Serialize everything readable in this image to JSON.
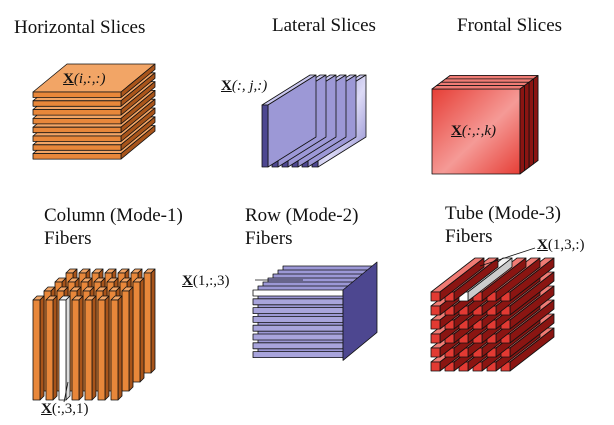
{
  "titles": {
    "horizontal": "Horizontal Slices",
    "lateral": "Lateral Slices",
    "frontal": "Frontal Slices",
    "column_line1": "Column (Mode-1)",
    "column_line2": "Fibers",
    "row_line1": "Row (Mode-2)",
    "row_line2": "Fibers",
    "tube_line1": "Tube (Mode-3)",
    "tube_line2": "Fibers"
  },
  "labels": {
    "tensor_symbol": "X",
    "horizontal_index": "(i,:,:)",
    "lateral_index": "(:, j,:)",
    "frontal_index": "(:,:,k)",
    "column_index": "(:,3,1)",
    "row_index": "(1,:,3)",
    "tube_index": "(1,3,:)"
  },
  "colors": {
    "orange": "#e8873a",
    "orange_dark": "#a8541a",
    "purple": "#9c98d6",
    "purple_dark": "#4d4790",
    "red": "#e23a33",
    "red_dark": "#8a1512",
    "highlight": "#ffffff"
  }
}
